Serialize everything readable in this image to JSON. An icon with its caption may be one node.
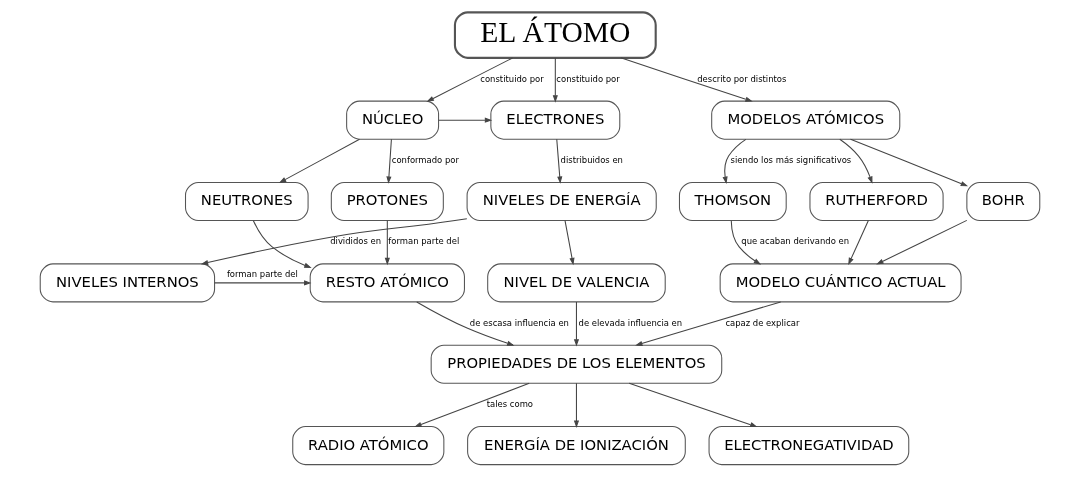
{
  "diagram": {
    "nodes": [
      {
        "text": [
          "EL ÁTOMO"
        ]
      },
      {
        "text": [
          "MODELOS ATÓMICOS"
        ]
      },
      {
        "text": [
          "NÚCLEO"
        ]
      },
      {
        "text": [
          "ELECTRONES"
        ]
      },
      {
        "text": [
          "PROTONES"
        ]
      },
      {
        "text": [
          "NEUTRONES"
        ]
      },
      {
        "text": [
          "NIVELES DE ENERGÍA"
        ]
      },
      {
        "text": [
          "THOMSON"
        ]
      },
      {
        "text": [
          "RUTHERFORD"
        ]
      },
      {
        "text": [
          "BOHR"
        ]
      },
      {
        "text": [
          "RESTO ATÓMICO"
        ]
      },
      {
        "text": [
          "NIVELES INTERNOS"
        ]
      },
      {
        "text": [
          "NIVEL DE VALENCIA"
        ]
      },
      {
        "text": [
          "MODELO CUÁNTICO ACTUAL"
        ]
      },
      {
        "text": [
          "PROPIEDADES DE LOS ELEMENTOS"
        ]
      },
      {
        "text": [
          "RADIO ATÓMICO"
        ]
      },
      {
        "text": [
          "ENERGÍA DE IONIZACIÓN"
        ]
      },
      {
        "text": [
          "ELECTRONEGATIVIDAD"
        ]
      }
    ],
    "edges": [
      {
        "from": 0,
        "to": 1,
        "arrow": "to",
        "label": "descrito por distintos"
      },
      {
        "from": 0,
        "to": 2,
        "arrow": "to",
        "label": "constituido por"
      },
      {
        "from": 0,
        "to": 3,
        "arrow": "to",
        "label": "constituido por"
      },
      {
        "from": 2,
        "to": 3,
        "arrow": "to"
      },
      {
        "from": 1,
        "to": 7,
        "arrow": "to",
        "label": "siendo los más significativos"
      },
      {
        "from": 1,
        "to": 8,
        "arrow": "to"
      },
      {
        "from": 1,
        "to": 9,
        "arrow": "to"
      },
      {
        "from": 2,
        "to": 4,
        "arrow": "to",
        "label": "conformado por"
      },
      {
        "from": 2,
        "to": 5,
        "arrow": "to"
      },
      {
        "from": 3,
        "to": 6,
        "arrow": "to",
        "label": "distribuidos en"
      },
      {
        "from": 4,
        "to": 10,
        "arrow": "to",
        "label": "forman parte del"
      },
      {
        "from": 5,
        "to": 10,
        "arrow": "to"
      },
      {
        "from": 6,
        "to": 11,
        "arrow": "to",
        "label": "divididos en"
      },
      {
        "from": 6,
        "to": 12,
        "arrow": "to"
      },
      {
        "from": 11,
        "to": 10,
        "arrow": "to",
        "label": "forman parte del"
      },
      {
        "from": 7,
        "to": 13,
        "arrow": "to",
        "label": "que acaban derivando en"
      },
      {
        "from": 8,
        "to": 13,
        "arrow": "to"
      },
      {
        "from": 9,
        "to": 13,
        "arrow": "to"
      },
      {
        "from": 10,
        "to": 14,
        "arrow": "to",
        "label": "de escasa influencia en"
      },
      {
        "from": 12,
        "to": 14,
        "arrow": "to",
        "label": "de elevada influencia en"
      },
      {
        "from": 13,
        "to": 14,
        "arrow": "to",
        "label": "capaz de explicar"
      },
      {
        "from": 14,
        "to": 15,
        "arrow": "to",
        "label": "tales como"
      },
      {
        "from": 14,
        "to": 16,
        "arrow": "to"
      },
      {
        "from": 14,
        "to": 17,
        "arrow": "to"
      }
    ]
  }
}
